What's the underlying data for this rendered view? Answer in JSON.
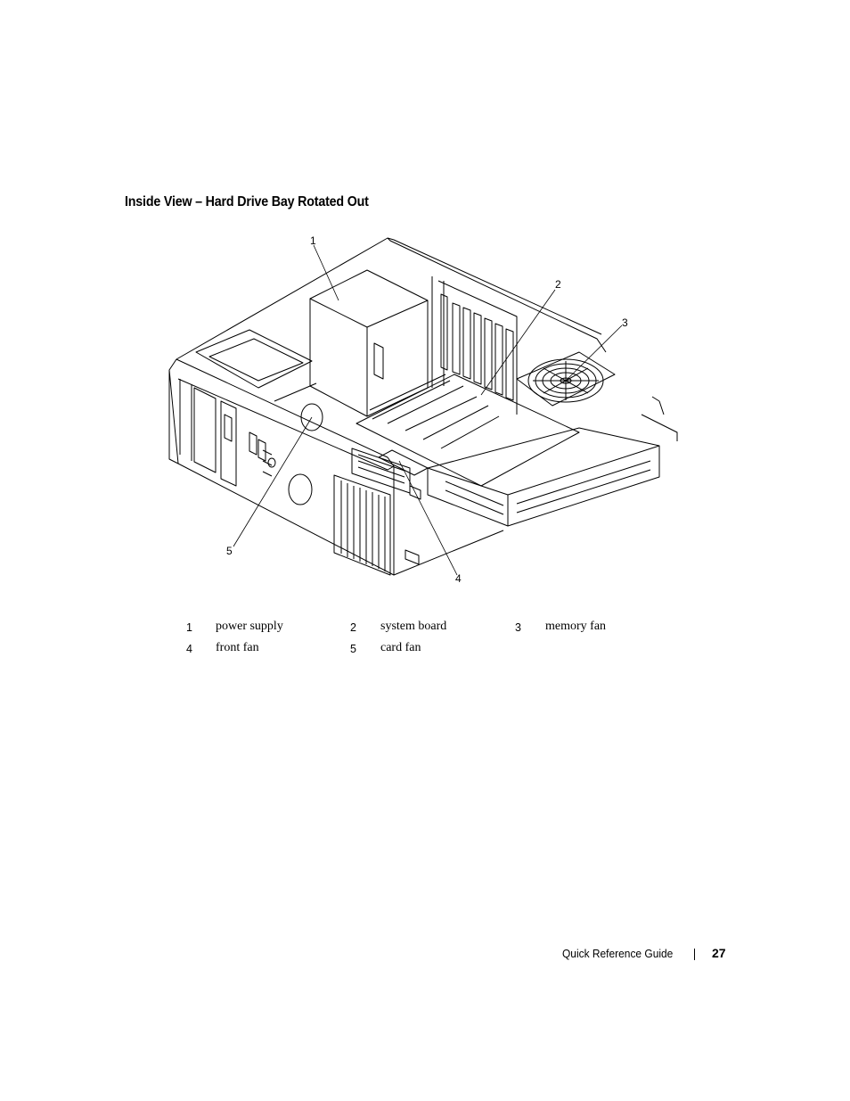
{
  "section": {
    "title": "Inside View – Hard Drive Bay Rotated Out"
  },
  "figure": {
    "callouts": [
      "1",
      "2",
      "3",
      "4",
      "5"
    ]
  },
  "legend": [
    {
      "number": "1",
      "label": "power supply"
    },
    {
      "number": "2",
      "label": "system board"
    },
    {
      "number": "3",
      "label": "memory fan"
    },
    {
      "number": "4",
      "label": "front fan"
    },
    {
      "number": "5",
      "label": "card fan"
    }
  ],
  "footer": {
    "guide_title": "Quick Reference Guide",
    "page_number": "27"
  }
}
